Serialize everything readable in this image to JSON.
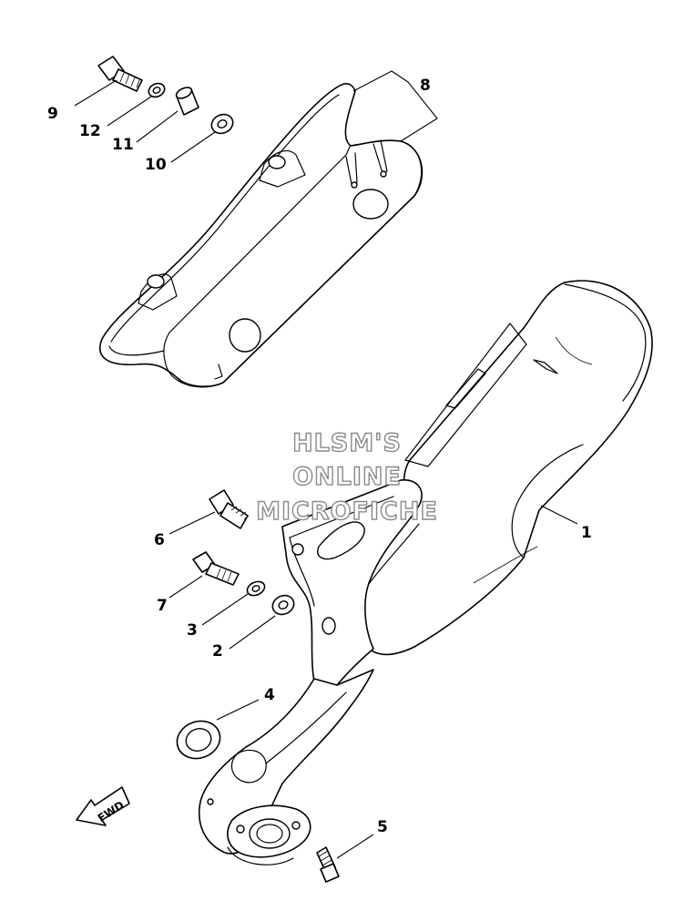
{
  "diagram": {
    "callouts": [
      "1",
      "2",
      "3",
      "4",
      "5",
      "6",
      "7",
      "8",
      "9",
      "10",
      "11",
      "12"
    ],
    "fwd_arrow": "FWD"
  },
  "watermark": {
    "line1": "HLSM'S",
    "line2": "ONLINE",
    "line3": "MICROFICHE"
  }
}
